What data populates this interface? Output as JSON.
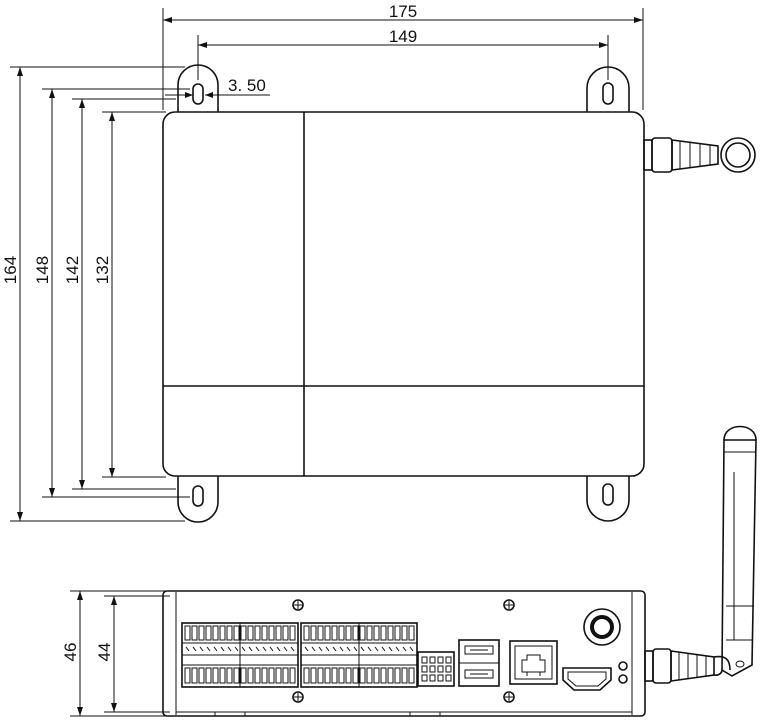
{
  "drawing": {
    "top_view": {
      "width_overall": "175",
      "width_mount_holes": "149",
      "slot_width": "3. 50",
      "height_overall": "164",
      "height_mount_holes": "148",
      "height_body": "142",
      "height_inner": "132"
    },
    "side_view": {
      "height_overall": "46",
      "height_body": "44"
    }
  }
}
